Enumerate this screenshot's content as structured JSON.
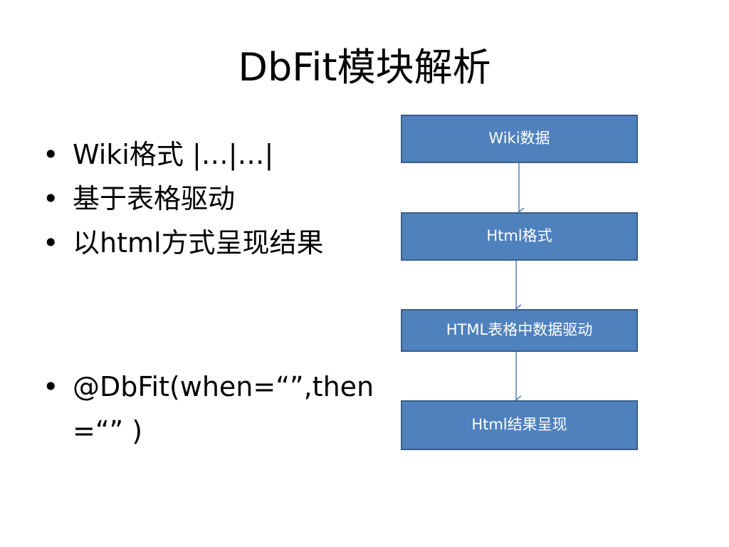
{
  "slide": {
    "title": "DbFit模块解析",
    "bullets": [
      {
        "symbol": "•",
        "text": "Wiki格式 |…|…|"
      },
      {
        "symbol": "•",
        "text": "基于表格驱动"
      },
      {
        "symbol": "•",
        "text": "以html方式呈现结果"
      },
      {
        "symbol": "•",
        "text": "@DbFit(when=“”,then=“” )"
      }
    ]
  },
  "flowchart": {
    "box_color": "#4f81bd",
    "border_color": "#385d8a",
    "arrow_color": "#4f81bd",
    "steps": [
      {
        "label": "Wiki数据"
      },
      {
        "label": "Html格式"
      },
      {
        "label": "HTML表格中数据驱动"
      },
      {
        "label": "Html结果呈现"
      }
    ]
  }
}
